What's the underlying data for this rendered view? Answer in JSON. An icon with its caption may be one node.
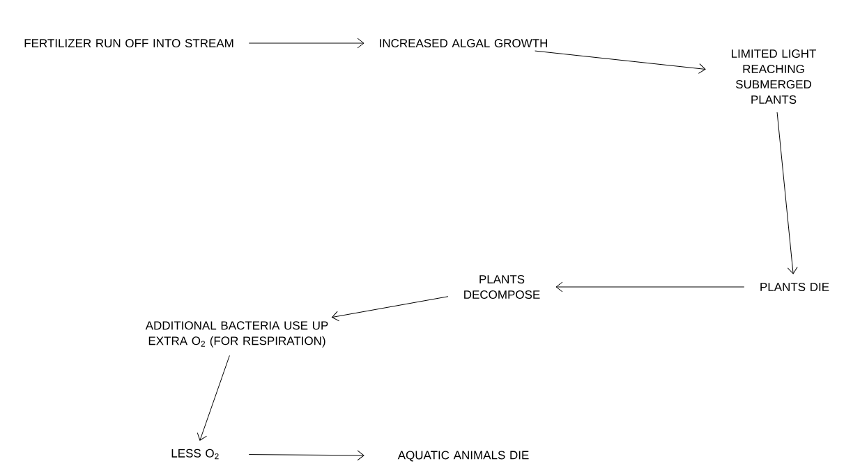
{
  "diagram": {
    "nodes": [
      {
        "text": [
          "FERTILIZER RUN OFF INTO STREAM"
        ]
      },
      {
        "text": [
          "INCREASED ALGAL GROWTH"
        ]
      },
      {
        "text": [
          "LIMITED LIGHT REACHING SUBMERGED PLANTS"
        ]
      },
      {
        "text": [
          "PLANTS DIE"
        ]
      },
      {
        "text": [
          "PLANTS DECOMPOSE"
        ]
      },
      {
        "text": [
          "ADDITIONAL BACTERIA USE UP EXTRA O$_{2}$ (FOR RESPIRATION)"
        ]
      },
      {
        "text": [
          "LESS O$_{2}$"
        ]
      },
      {
        "text": [
          "AQUATIC ANIMALS DIE"
        ]
      }
    ],
    "edges": [
      {
        "from": 0,
        "to": 1,
        "arrow": "to"
      },
      {
        "from": 1,
        "to": 2,
        "arrow": "to"
      },
      {
        "from": 2,
        "to": 3,
        "arrow": "to"
      },
      {
        "from": 3,
        "to": 4,
        "arrow": "to"
      },
      {
        "from": 4,
        "to": 5,
        "arrow": "to"
      },
      {
        "from": 5,
        "to": 6,
        "arrow": "to"
      },
      {
        "from": 6,
        "to": 7,
        "arrow": "to"
      }
    ]
  }
}
